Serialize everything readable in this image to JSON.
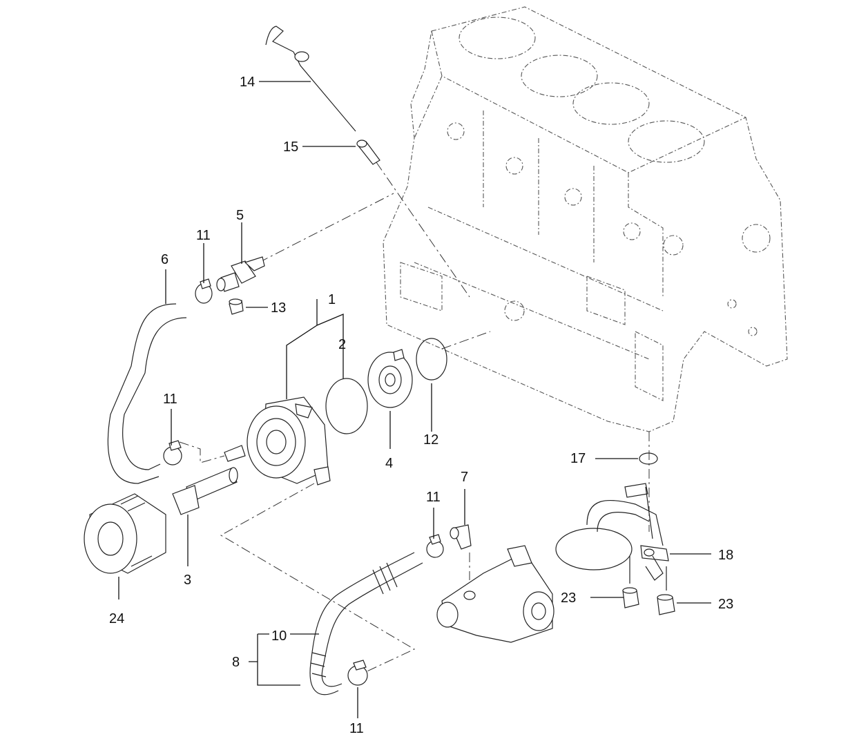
{
  "callouts": [
    {
      "id": "c1",
      "text": "1"
    },
    {
      "id": "c2",
      "text": "2"
    },
    {
      "id": "c3",
      "text": "3"
    },
    {
      "id": "c4",
      "text": "4"
    },
    {
      "id": "c5",
      "text": "5"
    },
    {
      "id": "c6",
      "text": "6"
    },
    {
      "id": "c7",
      "text": "7"
    },
    {
      "id": "c8",
      "text": "8"
    },
    {
      "id": "c10",
      "text": "10"
    },
    {
      "id": "c11a",
      "text": "11"
    },
    {
      "id": "c11b",
      "text": "11"
    },
    {
      "id": "c11c",
      "text": "11"
    },
    {
      "id": "c11d",
      "text": "11"
    },
    {
      "id": "c12",
      "text": "12"
    },
    {
      "id": "c13",
      "text": "13"
    },
    {
      "id": "c14",
      "text": "14"
    },
    {
      "id": "c15",
      "text": "15"
    },
    {
      "id": "c17",
      "text": "17"
    },
    {
      "id": "c18",
      "text": "18"
    },
    {
      "id": "c23a",
      "text": "23"
    },
    {
      "id": "c23b",
      "text": "23"
    },
    {
      "id": "c24",
      "text": "24"
    }
  ]
}
